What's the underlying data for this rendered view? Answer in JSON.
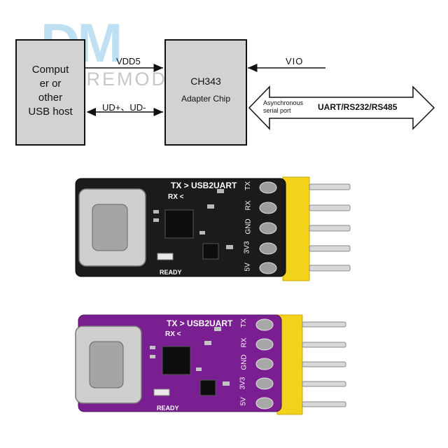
{
  "watermark": {
    "logo": "DM",
    "text": "DIYMOREMODULES"
  },
  "diagram": {
    "host_box": {
      "line1": "Comput",
      "line2": "er or",
      "line3": "other",
      "line4": "USB host"
    },
    "chip_box": {
      "title": "CH343",
      "subtitle": "Adapter Chip"
    },
    "vdd_label": "VDD5",
    "ud_label": "UD+、UD-",
    "vio_label": "VIO",
    "async_label_1": "Asynchronous",
    "async_label_2": "serial port",
    "uart_label": "UART/RS232/RS485"
  },
  "boards": [
    {
      "variant": "black",
      "pcb_color": "#1b1b1b",
      "title": "TX > USB2UART",
      "rx_text": "RX <",
      "ready_text": "READY",
      "pin_labels": [
        "TX",
        "RX",
        "GND",
        "3V3",
        "5V"
      ]
    },
    {
      "variant": "purple",
      "pcb_color": "#7a1f92",
      "title": "TX > USB2UART",
      "rx_text": "RX <",
      "ready_text": "READY",
      "pin_labels": [
        "TX",
        "RX",
        "GND",
        "3V3",
        "5V"
      ]
    }
  ]
}
